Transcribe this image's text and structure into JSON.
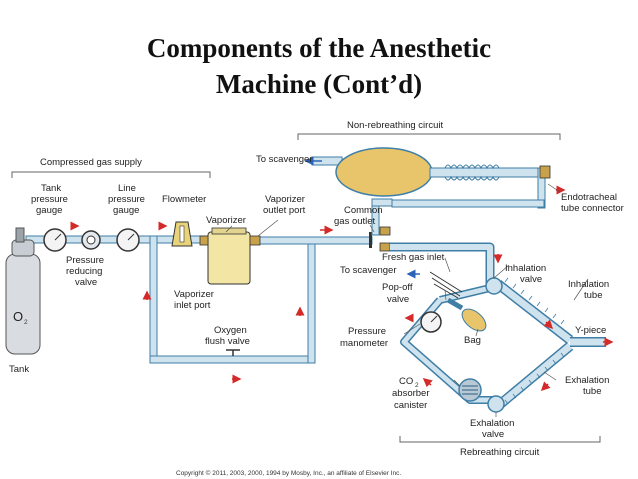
{
  "title": {
    "line1": "Components of the Anesthetic",
    "line2": "Machine (Cont’d)"
  },
  "labels": {
    "non_rebreathing_circuit": "Non-rebreathing circuit",
    "compressed_gas_supply": "Compressed gas supply",
    "to_scavenger_top": "To scavenger",
    "tank_pressure_gauge": [
      "Tank",
      "pressure",
      "gauge"
    ],
    "line_pressure_gauge": [
      "Line",
      "pressure",
      "gauge"
    ],
    "flowmeter": "Flowmeter",
    "vaporizer": "Vaporizer",
    "vaporizer_outlet_port": [
      "Vaporizer",
      "outlet port"
    ],
    "common_gas_outlet": [
      "Common",
      "gas outlet"
    ],
    "endotracheal_tube_connector": [
      "Endotracheal",
      "tube connector"
    ],
    "pressure_reducing_valve": [
      "Pressure",
      "reducing",
      "valve"
    ],
    "o2": "O",
    "o2_sub": "2",
    "tank": "Tank",
    "vaporizer_inlet_port": [
      "Vaporizer",
      "inlet port"
    ],
    "oxygen_flush_valve": [
      "Oxygen",
      "flush valve"
    ],
    "fresh_gas_inlet": "Fresh gas inlet",
    "to_scavenger_mid": "To scavenger",
    "inhalation_valve": [
      "Inhalation",
      "valve"
    ],
    "inhalation_tube": [
      "Inhalation",
      "tube"
    ],
    "pop_off_valve": [
      "Pop-off",
      "valve"
    ],
    "pressure_manometer": [
      "Pressure",
      "manometer"
    ],
    "bag": "Bag",
    "y_piece": "Y-piece",
    "co2_absorber_canister": [
      "CO",
      "2",
      "absorber",
      "canister"
    ],
    "exhalation_tube": [
      "Exhalation",
      "tube"
    ],
    "exhalation_valve": [
      "Exhalation",
      "valve"
    ],
    "rebreathing_circuit": "Rebreathing circuit",
    "copyright": "Copyright © 2011, 2003, 2000, 1994 by Mosby, Inc., an affiliate of Elsevier Inc."
  },
  "colors": {
    "tube_fill": "#cfe3ee",
    "tube_stroke": "#3f7ea6",
    "arrow_red": "#d42a2a",
    "arrow_blue": "#2b63b8",
    "bag_fill": "#e8c46a",
    "vaporizer_fill": "#f3e6a4",
    "tank_fill": "#d9dde1",
    "brace": "#666666"
  }
}
